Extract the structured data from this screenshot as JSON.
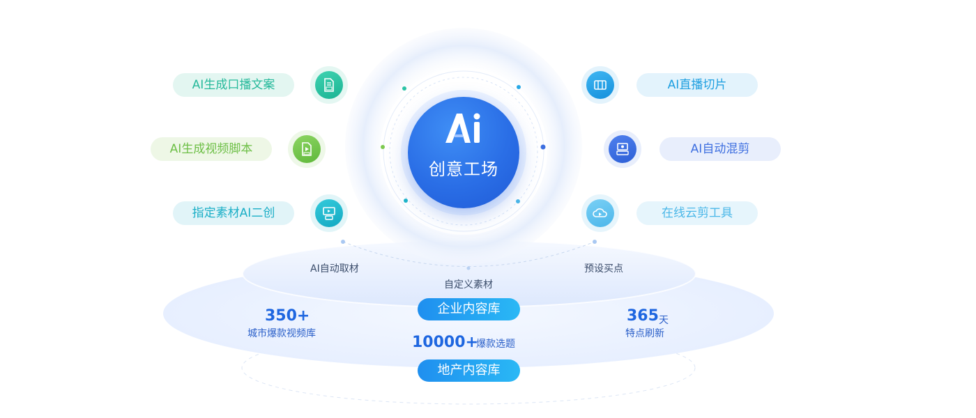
{
  "center": {
    "title": "创意工场",
    "logo_text": "Ai"
  },
  "features_left": [
    {
      "label": "AI生成口播文案",
      "icon": "script-doc-icon",
      "color": "#26b99b"
    },
    {
      "label": "AI生成视频脚本",
      "icon": "video-script-icon",
      "color": "#6dbf46"
    },
    {
      "label": "指定素材AI二创",
      "icon": "material-recreate-icon",
      "color": "#1aaec6"
    }
  ],
  "features_right": [
    {
      "label": "AI直播切片",
      "icon": "live-clip-icon",
      "color": "#1e9fe0"
    },
    {
      "label": "AI自动混剪",
      "icon": "auto-mix-icon",
      "color": "#3e6fe0"
    },
    {
      "label": "在线云剪工具",
      "icon": "cloud-edit-icon",
      "color": "#4ab7e8"
    }
  ],
  "platform_labels": {
    "left": "AI自动取材",
    "middle": "自定义素材",
    "right": "预设买点"
  },
  "libraries": {
    "enterprise": "企业内容库",
    "real_estate": "地产内容库"
  },
  "stats": {
    "left_value": "350+",
    "left_label": "城市爆款视频库",
    "middle_value": "10000+",
    "middle_label": "爆款选题",
    "right_value": "365",
    "right_unit": "天",
    "right_label": "特点刷新"
  }
}
